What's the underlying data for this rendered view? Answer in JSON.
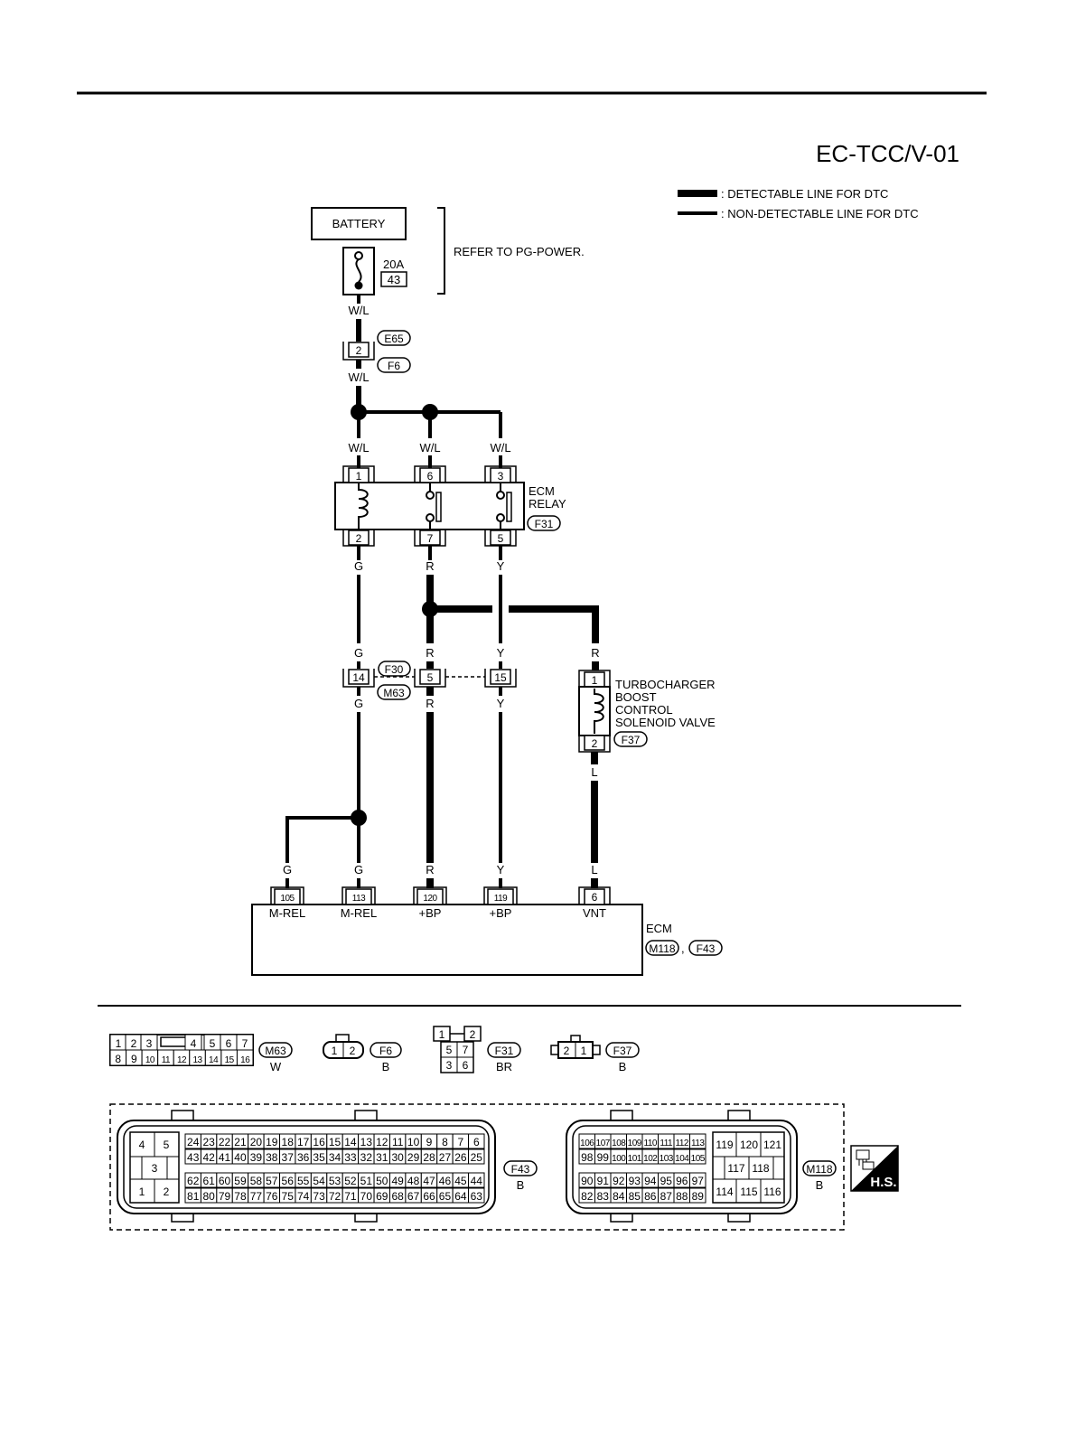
{
  "page": {
    "title": "EC-TCC/V-01",
    "legend": [
      {
        "style": "thick",
        "label": ": DETECTABLE LINE FOR DTC"
      },
      {
        "style": "thin",
        "label": ": NON-DETECTABLE LINE FOR DTC"
      }
    ]
  },
  "battery": {
    "label": "BATTERY",
    "fuse_rating": "20A",
    "fuse_number": "43",
    "refer_note": "REFER TO PG-POWER."
  },
  "wires": {
    "wl": "W/L",
    "g": "G",
    "r": "R",
    "y": "Y",
    "l": "L"
  },
  "connectors": {
    "e65": "E65",
    "f6": "F6",
    "f30": "F30",
    "m63": "M63",
    "f31": "F31",
    "f37": "F37",
    "m118": "M118",
    "f43": "F43",
    "e65_f6_pin": "2",
    "f30_pins": [
      "14",
      "5",
      "15"
    ]
  },
  "ecm_relay": {
    "label_line1": "ECM",
    "label_line2": "RELAY",
    "top_pins": [
      "1",
      "6",
      "3"
    ],
    "bottom_pins": [
      "2",
      "7",
      "5"
    ]
  },
  "solenoid": {
    "lines": [
      "TURBOCHARGER",
      "BOOST",
      "CONTROL",
      "SOLENOID VALVE"
    ],
    "pins": [
      "1",
      "2"
    ]
  },
  "ecm": {
    "label": "ECM",
    "separator": ",",
    "pins": [
      {
        "num": "105",
        "name": "M-REL"
      },
      {
        "num": "113",
        "name": "M-REL"
      },
      {
        "num": "120",
        "name": "+BP"
      },
      {
        "num": "119",
        "name": "+BP"
      },
      {
        "num": "6",
        "name": "VNT"
      }
    ]
  },
  "connector_views": {
    "m63": {
      "id": "M63",
      "color": "W",
      "row1": [
        "1",
        "2",
        "3",
        "4",
        "5",
        "6",
        "7"
      ],
      "row2": [
        "8",
        "9",
        "10",
        "11",
        "12",
        "13",
        "14",
        "15",
        "16"
      ]
    },
    "f6": {
      "id": "F6",
      "color": "B",
      "pins": [
        "1",
        "2"
      ]
    },
    "f31": {
      "id": "F31",
      "color": "BR",
      "rows": [
        [
          "1",
          "2"
        ],
        [
          "5",
          "7"
        ],
        [
          "3",
          "6"
        ]
      ]
    },
    "f37": {
      "id": "F37",
      "color": "B",
      "pins": [
        "2",
        "1"
      ]
    },
    "f43": {
      "id": "F43",
      "color": "B",
      "left_block": [
        "4",
        "5",
        "3",
        "1",
        "2"
      ],
      "r1": [
        "24",
        "23",
        "22",
        "21",
        "20",
        "19",
        "18",
        "17",
        "16",
        "15",
        "14",
        "13",
        "12",
        "11",
        "10",
        "9",
        "8",
        "7",
        "6"
      ],
      "r2": [
        "43",
        "42",
        "41",
        "40",
        "39",
        "38",
        "37",
        "36",
        "35",
        "34",
        "33",
        "32",
        "31",
        "30",
        "29",
        "28",
        "27",
        "26",
        "25"
      ],
      "r3": [
        "62",
        "61",
        "60",
        "59",
        "58",
        "57",
        "56",
        "55",
        "54",
        "53",
        "52",
        "51",
        "50",
        "49",
        "48",
        "47",
        "46",
        "45",
        "44"
      ],
      "r4": [
        "81",
        "80",
        "79",
        "78",
        "77",
        "76",
        "75",
        "74",
        "73",
        "72",
        "71",
        "70",
        "69",
        "68",
        "67",
        "66",
        "65",
        "64",
        "63"
      ]
    },
    "m118": {
      "id": "M118",
      "color": "B",
      "r1": [
        "106",
        "107",
        "108",
        "109",
        "110",
        "111",
        "112",
        "113"
      ],
      "r2": [
        "98",
        "99",
        "100",
        "101",
        "102",
        "103",
        "104",
        "105"
      ],
      "r3": [
        "90",
        "91",
        "92",
        "93",
        "94",
        "95",
        "96",
        "97"
      ],
      "r4": [
        "82",
        "83",
        "84",
        "85",
        "86",
        "87",
        "88",
        "89"
      ],
      "right_block": [
        "119",
        "120",
        "121",
        "117",
        "118",
        "114",
        "115",
        "116"
      ]
    }
  },
  "hs_badge": "H.S."
}
